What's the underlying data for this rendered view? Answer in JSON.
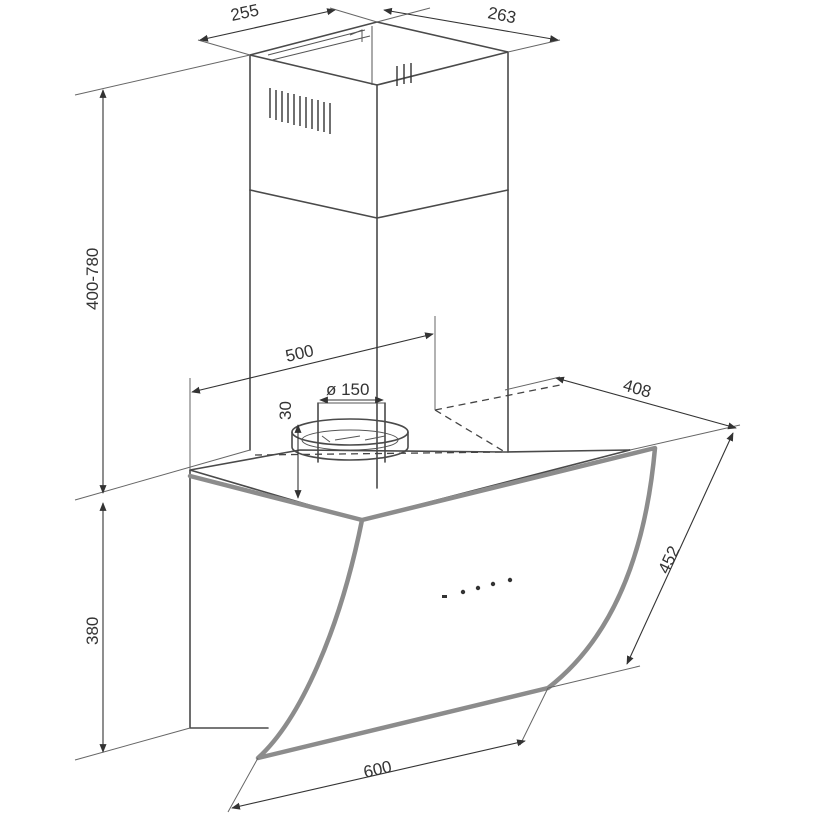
{
  "dimensions": {
    "chimney_depth": "255",
    "chimney_width": "263",
    "chimney_height": "400-780",
    "body_width": "500",
    "duct_diameter": "ø 150",
    "collar_height": "30",
    "hood_depth": "408",
    "glass_length": "452",
    "body_height": "380",
    "hood_width": "600"
  },
  "control_panel": {
    "button_count": 5
  }
}
